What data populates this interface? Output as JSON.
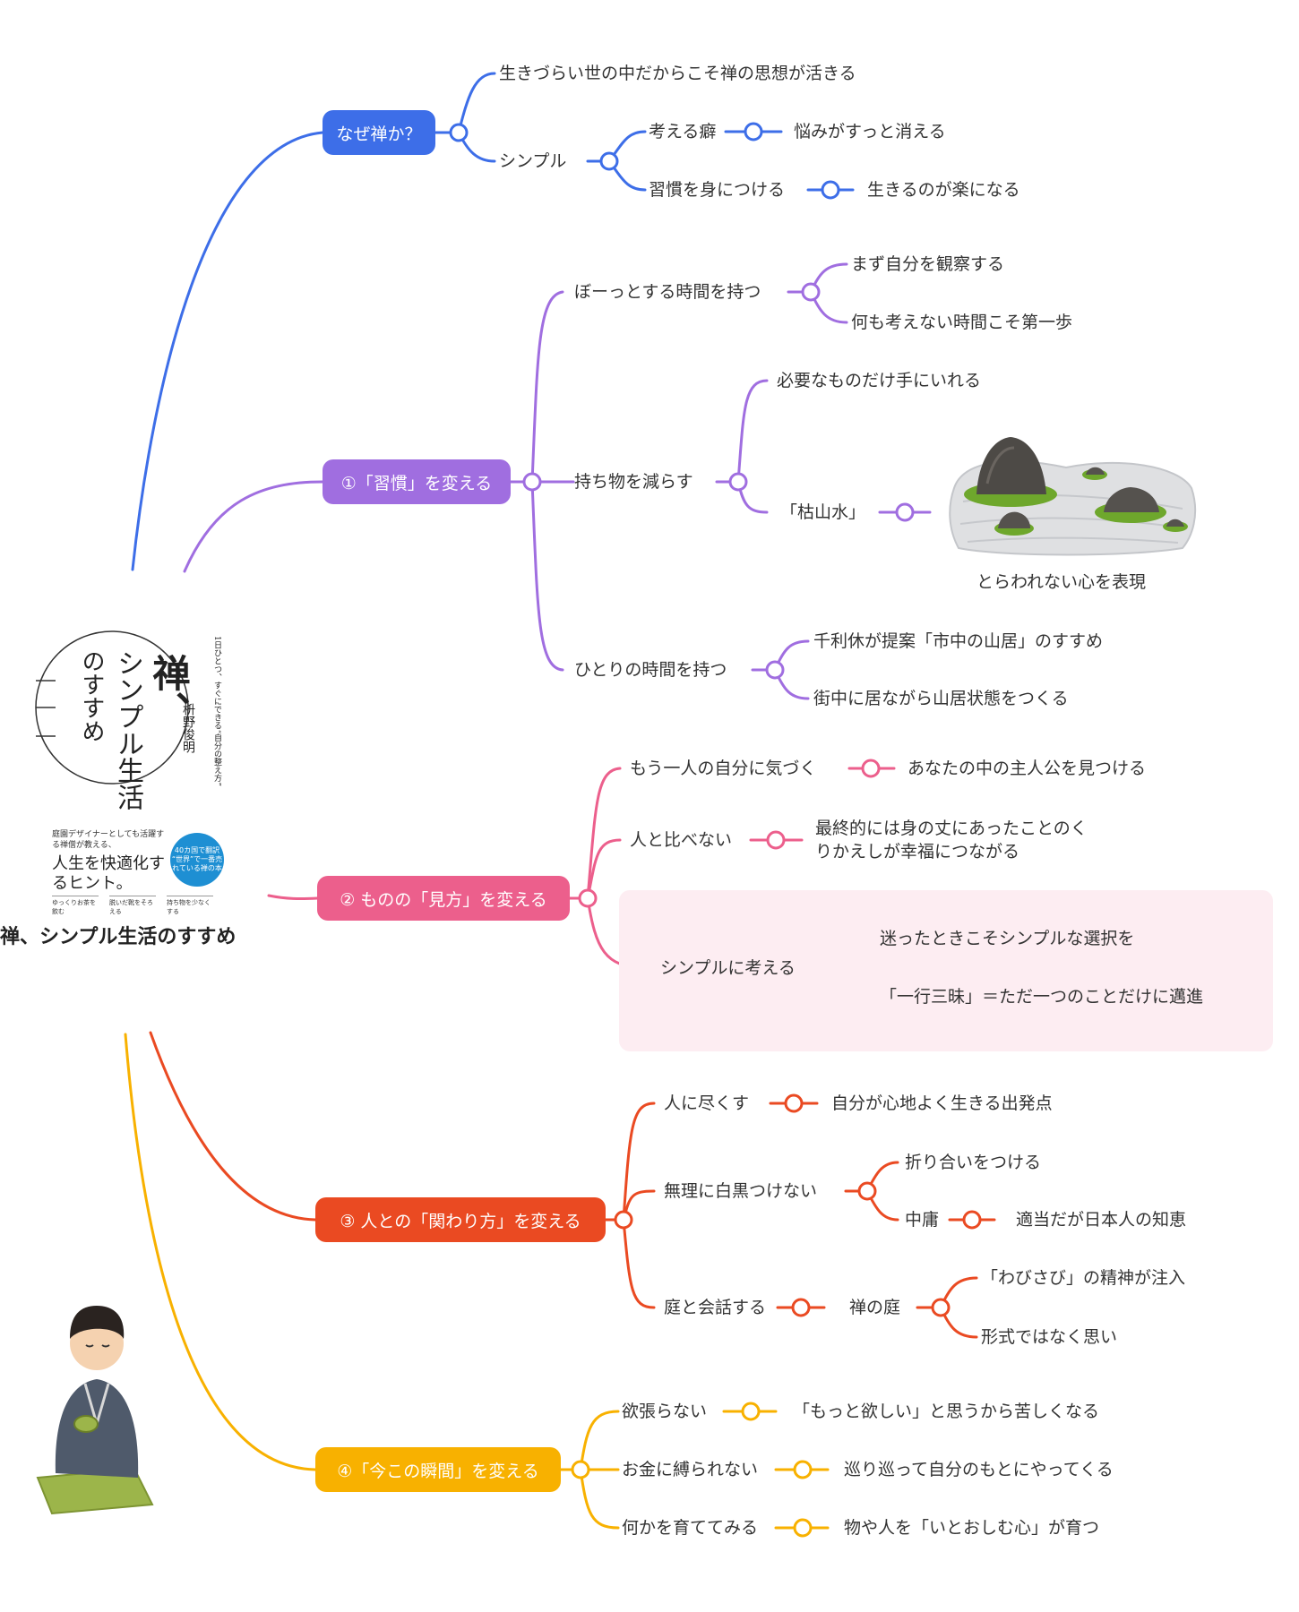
{
  "root": {
    "title": "禅、シンプル生活のすすめ",
    "book_cover": {
      "title_line1": "禅、",
      "title_line2": "シンプル生活",
      "title_line3": "のすすめ",
      "tagline": "1日ひとつ、すぐにできる“自分の整え方”",
      "author": "枡野俊明",
      "blurb": "庭園デザイナーとしても活躍する禅僧が教える、",
      "headline": "人生を快適化するヒント。",
      "badge": "40カ国で翻訳 “世界”で一番売れている禅の本",
      "strip": [
        "ゆっくりお茶を飲む",
        "脱いだ靴をそろえる",
        "持ち物を少なくする"
      ]
    }
  },
  "colors": {
    "blue": "#3d6ee8",
    "purple": "#a06ee0",
    "pink": "#ec5f8c",
    "red": "#ea4a22",
    "orange": "#f8b100"
  },
  "branches": {
    "why": {
      "label": "なぜ禅か？",
      "c1": "生きづらい世の中だからこそ禅の思想が活きる",
      "c2": "シンプル",
      "c2a": "考える癖",
      "c2a1": "悩みがすっと消える",
      "c2b": "習慣を身につける",
      "c2b1": "生きるのが楽になる"
    },
    "habit": {
      "label": "①「習慣」を変える",
      "c1": "ぼーっとする時間を持つ",
      "c1a": "まず自分を観察する",
      "c1b": "何も考えない時間こそ第一歩",
      "c2": "持ち物を減らす",
      "c2a": "必要なものだけ手にいれる",
      "c2b": "「枯山水」",
      "c2b_caption": "とらわれない心を表現",
      "c3": "ひとりの時間を持つ",
      "c3a": "千利休が提案「市中の山居」のすすめ",
      "c3b": "街中に居ながら山居状態をつくる"
    },
    "view": {
      "label": "② ものの「見方」を変える",
      "c1": "もう一人の自分に気づく",
      "c1a": "あなたの中の主人公を見つける",
      "c2": "人と比べない",
      "c2a": "最終的には身の丈にあったことのくりかえしが幸福につながる",
      "c3": "シンプルに考える",
      "c3a": "迷ったときこそシンプルな選択を",
      "c3b": "「一行三昧」＝ただ一つのことだけに邁進"
    },
    "relation": {
      "label": "③ 人との「関わり方」を変える",
      "c1": "人に尽くす",
      "c1a": "自分が心地よく生きる出発点",
      "c2": "無理に白黒つけない",
      "c2a": "折り合いをつける",
      "c2b": "中庸",
      "c2b1": "適当だが日本人の知恵",
      "c3": "庭と会話する",
      "c3a": "禅の庭",
      "c3a1": "「わびさび」の精神が注入",
      "c3a2": "形式ではなく思い"
    },
    "now": {
      "label": "④「今この瞬間」を変える",
      "c1": "欲張らない",
      "c1a": "「もっと欲しい」と思うから苦しくなる",
      "c2": "お金に縛られない",
      "c2a": "巡り巡って自分のもとにやってくる",
      "c3": "何かを育ててみる",
      "c3a": "物や人を「いとおしむ心」が育つ"
    }
  }
}
